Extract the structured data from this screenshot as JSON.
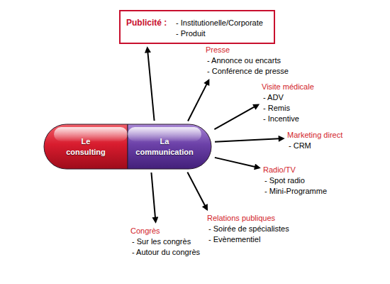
{
  "diagram": {
    "nodes": [
      {
        "text": [
          "Publicité :",
          "- Institutionelle/Corporate",
          "- Produit"
        ]
      },
      {
        "text": [
          "Presse",
          "- Annonce ou encarts",
          "- Conférence de presse"
        ]
      },
      {
        "text": [
          "Visite médicale",
          "- ADV",
          "- Remis",
          "- Incentive"
        ]
      },
      {
        "text": [
          "Le consulting"
        ]
      },
      {
        "text": [
          "La communication"
        ]
      },
      {
        "text": [
          "Marketing direct",
          "- CRM"
        ]
      },
      {
        "text": [
          "Radio/TV",
          "- Spot radio",
          "- Mini-Programme"
        ]
      },
      {
        "text": [
          "Relations publiques",
          "- Soirée de spécialistes",
          "- Evènementiel"
        ]
      },
      {
        "text": [
          "Congrès",
          "- Sur les congrès",
          "- Autour du congrès"
        ]
      }
    ],
    "edges": [
      {
        "from": 4,
        "to": 0,
        "arrow": "to"
      },
      {
        "from": 4,
        "to": 1,
        "arrow": "to"
      },
      {
        "from": 4,
        "to": 2,
        "arrow": "to"
      },
      {
        "from": 4,
        "to": 5,
        "arrow": "to"
      },
      {
        "from": 4,
        "to": 6,
        "arrow": "to"
      },
      {
        "from": 4,
        "to": 7,
        "arrow": "to"
      },
      {
        "from": 4,
        "to": 8,
        "arrow": "to"
      }
    ]
  }
}
